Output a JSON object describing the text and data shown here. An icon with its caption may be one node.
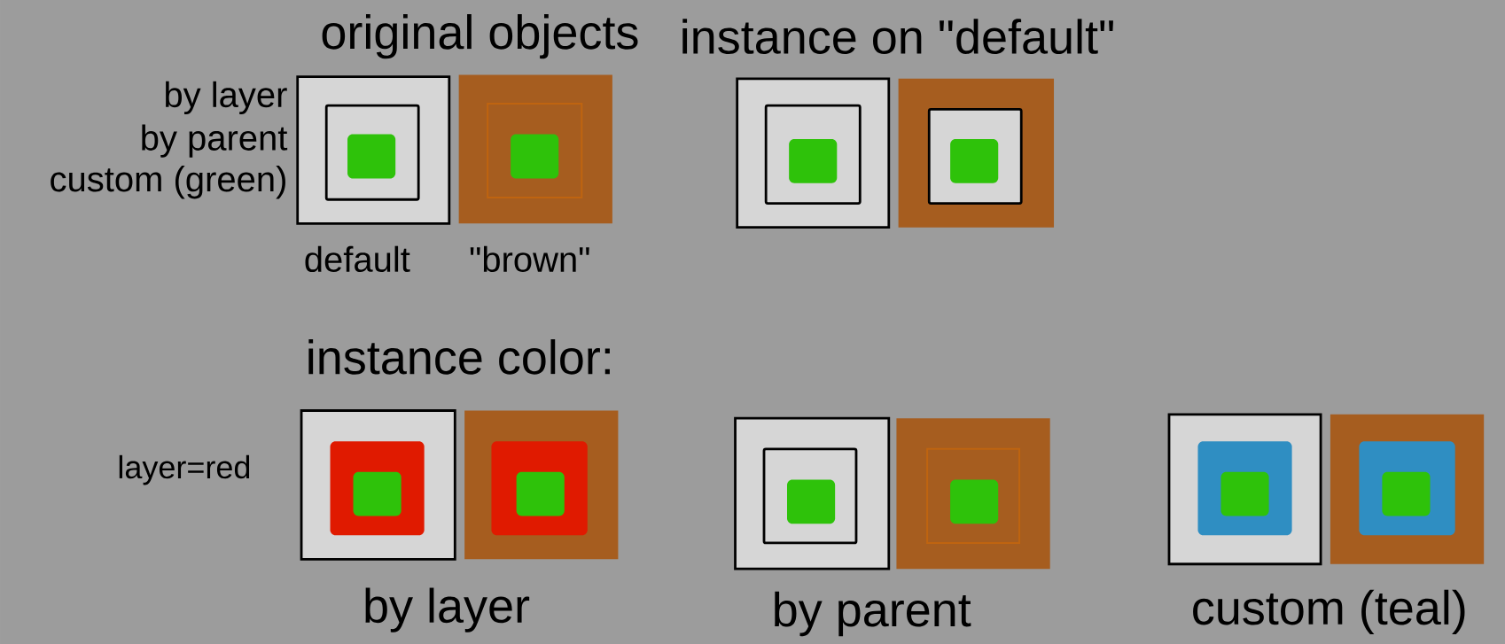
{
  "diagram": {
    "nodes": [
      {
        "text": [],
        "shape": "box"
      },
      {
        "text": [],
        "shape": "box",
        "in": 0
      },
      {
        "text": [],
        "shape": "box",
        "in": 1
      },
      {
        "text": [],
        "shape": "box"
      },
      {
        "text": [],
        "shape": "box",
        "in": 3
      },
      {
        "text": [],
        "shape": "box",
        "in": 4
      },
      {
        "text": [],
        "shape": "box"
      },
      {
        "text": [],
        "shape": "box",
        "in": 6
      },
      {
        "text": [],
        "shape": "box",
        "in": 7
      },
      {
        "text": [],
        "shape": "box"
      },
      {
        "text": [],
        "shape": "box",
        "in": 9
      },
      {
        "text": [],
        "shape": "box",
        "in": 10
      },
      {
        "text": [],
        "shape": "box"
      },
      {
        "text": [],
        "shape": "box",
        "in": 12
      },
      {
        "text": [],
        "shape": "box",
        "in": 13
      },
      {
        "text": [],
        "shape": "box"
      },
      {
        "text": [],
        "shape": "box",
        "in": 15
      },
      {
        "text": [],
        "shape": "box",
        "in": 16
      },
      {
        "text": [],
        "shape": "box"
      },
      {
        "text": [],
        "shape": "box",
        "in": 18
      },
      {
        "text": [],
        "shape": "box",
        "in": 19
      },
      {
        "text": [],
        "shape": "box"
      },
      {
        "text": [],
        "shape": "box",
        "in": 21
      },
      {
        "text": [],
        "shape": "box",
        "in": 22
      },
      {
        "text": [],
        "shape": "box"
      },
      {
        "text": [],
        "shape": "box",
        "in": 24
      },
      {
        "text": [],
        "shape": "box",
        "in": 25
      },
      {
        "text": [],
        "shape": "box"
      },
      {
        "text": [],
        "shape": "box",
        "in": 27
      },
      {
        "text": [],
        "shape": "box",
        "in": 28
      }
    ],
    "labels": [
      "original objects",
      "instance on \"default\"",
      "by layer",
      "by parent",
      "custom (green)",
      "default",
      "\"brown\"",
      "instance color:",
      "layer=red",
      "by layer",
      "by parent",
      "custom (teal)"
    ]
  }
}
